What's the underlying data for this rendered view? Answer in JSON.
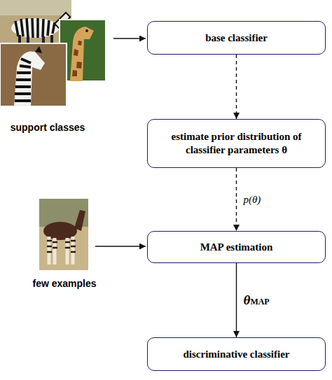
{
  "diagram": {
    "nodes": [
      {
        "text": [
          "base classifier"
        ]
      },
      {
        "text": [
          "estimate prior distribution of classifier parameters θ"
        ]
      },
      {
        "text": [
          "MAP estimation"
        ]
      },
      {
        "text": [
          "discriminative classifier"
        ]
      }
    ],
    "edges": [
      {
        "from": 0,
        "to": 1,
        "arrow": "to"
      },
      {
        "from": 1,
        "to": 2,
        "label": "p(θ)",
        "arrow": "to"
      },
      {
        "from": 2,
        "to": 3,
        "label": "θMAP",
        "arrow": "to"
      }
    ],
    "labels": [
      "support classes",
      "few examples"
    ]
  }
}
